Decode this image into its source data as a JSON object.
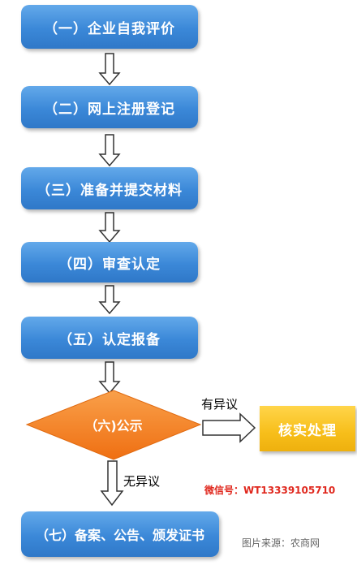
{
  "steps": [
    {
      "label": "（一）企业自我评价"
    },
    {
      "label": "（二）网上注册登记"
    },
    {
      "label": "（三）准备并提交材料"
    },
    {
      "label": "（四）审查认定"
    },
    {
      "label": "（五）认定报备"
    },
    {
      "label": "（七）备案、公告、颁发证书"
    }
  ],
  "decision": {
    "label": "（六)公示"
  },
  "verify": {
    "label": "核实处理"
  },
  "edges": {
    "objection": "有异议",
    "no_objection": "无异议"
  },
  "contact": {
    "text": "微信号：WT13339105710"
  },
  "source": {
    "text": "图片来源：农商网"
  },
  "colors": {
    "step_blue": "#3b88d8",
    "decision_orange": "#f47a20",
    "verify_yellow": "#f7be1a",
    "contact_red": "#e0281e"
  }
}
